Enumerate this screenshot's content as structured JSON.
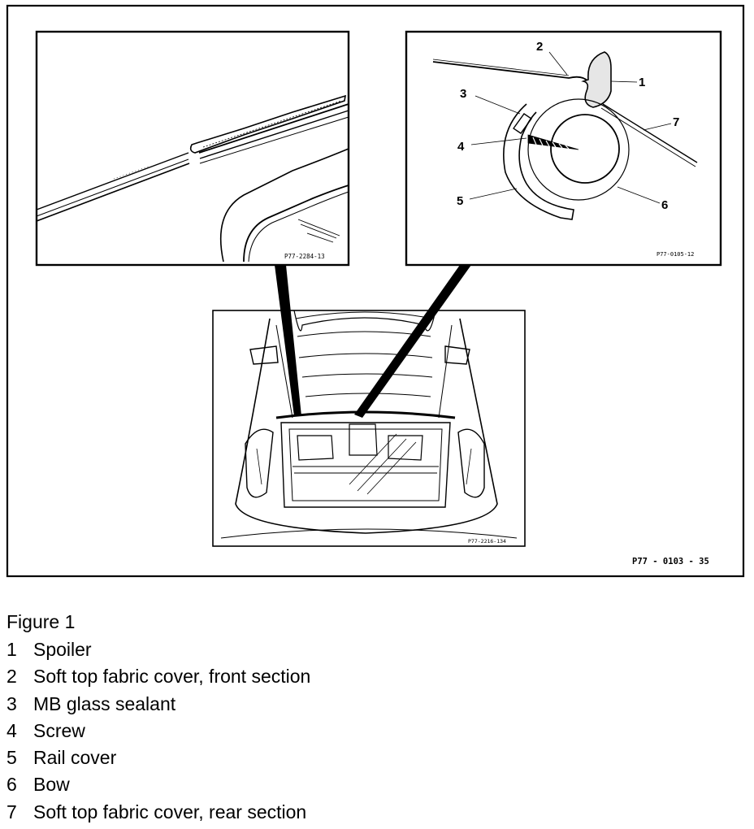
{
  "figure": {
    "ref_main": "P77 - 0103 - 35",
    "ref_left": "P77-2284-13",
    "ref_right": "P77-0105-12",
    "ref_car": "P77-2216-134",
    "callouts": [
      "1",
      "2",
      "3",
      "4",
      "5",
      "6",
      "7"
    ]
  },
  "caption": {
    "title": "Figure 1",
    "items": [
      {
        "num": "1",
        "label": "Spoiler"
      },
      {
        "num": "2",
        "label": "Soft top fabric cover, front section"
      },
      {
        "num": "3",
        "label": "MB glass sealant"
      },
      {
        "num": "4",
        "label": "Screw"
      },
      {
        "num": "5",
        "label": "Rail cover"
      },
      {
        "num": "6",
        "label": "Bow"
      },
      {
        "num": "7",
        "label": "Soft top fabric cover, rear section"
      }
    ]
  }
}
